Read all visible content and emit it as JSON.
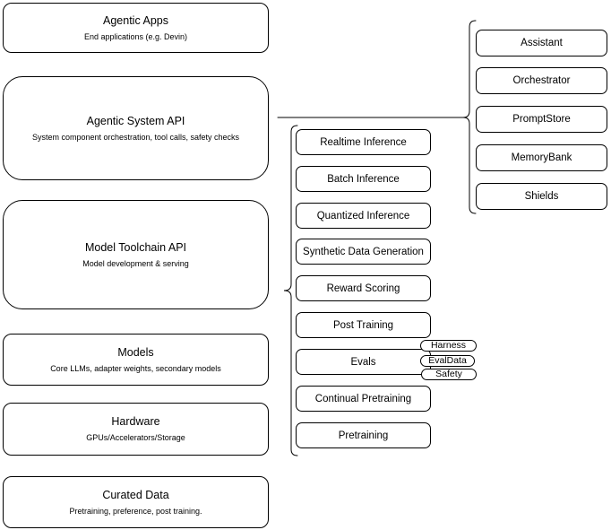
{
  "stack": {
    "boxes": [
      {
        "title": "Agentic Apps",
        "subtitle": "End applications (e.g. Devin)"
      },
      {
        "title": "Agentic System API",
        "subtitle": "System component orchestration, tool calls, safety checks"
      },
      {
        "title": "Model Toolchain API",
        "subtitle": "Model development & serving"
      },
      {
        "title": "Models",
        "subtitle": "Core LLMs, adapter weights, secondary models"
      },
      {
        "title": "Hardware",
        "subtitle": "GPUs/Accelerators/Storage"
      },
      {
        "title": "Curated Data",
        "subtitle": "Pretraining, preference, post training."
      }
    ]
  },
  "toolchain_api_group": {
    "items": [
      "Realtime Inference",
      "Batch Inference",
      "Quantized Inference",
      "Synthetic Data Generation",
      "Reward Scoring",
      "Post Training",
      "Evals",
      "Continual Pretraining",
      "Pretraining"
    ],
    "evals_tags": [
      "Harness",
      "EvalData",
      "Safety"
    ]
  },
  "system_api_group": {
    "items": [
      "Assistant",
      "Orchestrator",
      "PromptStore",
      "MemoryBank",
      "Shields"
    ]
  },
  "colors": {
    "background": "#ffffff",
    "stroke": "#000000",
    "text": "#000000"
  }
}
